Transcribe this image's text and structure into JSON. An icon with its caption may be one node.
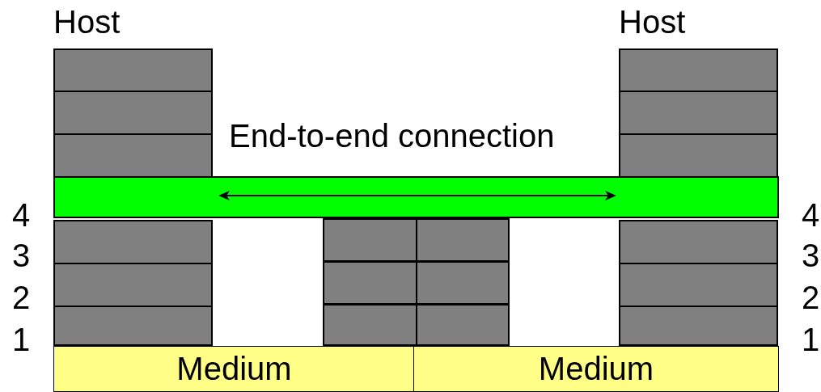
{
  "diagram": {
    "nodes": [
      {
        "text": [
          "Host"
        ]
      },
      {
        "text": [],
        "shape": "box",
        "in": 0
      },
      {
        "text": [],
        "shape": "box",
        "in": 0
      },
      {
        "text": [],
        "shape": "box",
        "in": 0
      },
      {
        "text": [],
        "shape": "box",
        "in": 0
      },
      {
        "text": [],
        "shape": "box",
        "in": 0
      },
      {
        "text": [],
        "shape": "box",
        "in": 0
      },
      {
        "text": [
          "Host"
        ]
      },
      {
        "text": [],
        "shape": "box",
        "in": 7
      },
      {
        "text": [],
        "shape": "box",
        "in": 7
      },
      {
        "text": [],
        "shape": "box",
        "in": 7
      },
      {
        "text": [],
        "shape": "box",
        "in": 7
      },
      {
        "text": [],
        "shape": "box",
        "in": 7
      },
      {
        "text": [],
        "shape": "box",
        "in": 7
      },
      {
        "text": [],
        "shape": "bar"
      },
      {
        "text": [],
        "shape": "box"
      },
      {
        "text": [],
        "shape": "box"
      },
      {
        "text": [],
        "shape": "box"
      },
      {
        "text": [],
        "shape": "box"
      },
      {
        "text": [],
        "shape": "box"
      },
      {
        "text": [],
        "shape": "box"
      },
      {
        "text": [
          "Medium"
        ]
      },
      {
        "text": [
          "Medium"
        ]
      }
    ],
    "labels": [
      "End-to-end connection",
      "4",
      "3",
      "2",
      "1",
      "4",
      "3",
      "2",
      "1"
    ]
  }
}
